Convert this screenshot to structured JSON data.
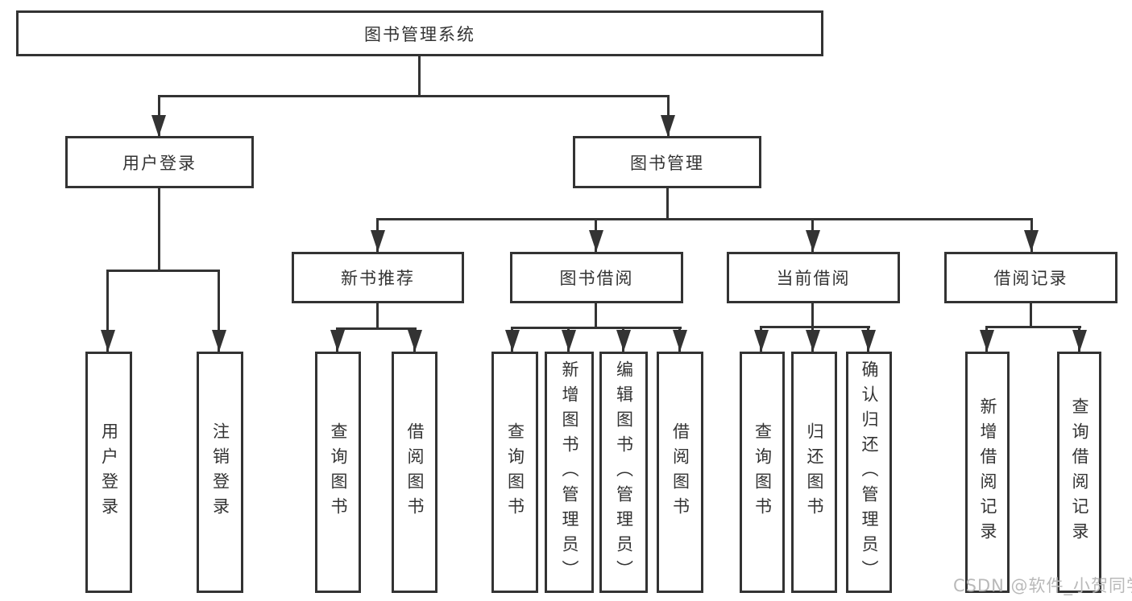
{
  "colors": {
    "line": "#333333",
    "text": "#333333",
    "background": "#ffffff",
    "watermark": "#b9b9b9"
  },
  "tree": {
    "root": {
      "label": "图书管理系统"
    },
    "branches": [
      {
        "label": "用户登录",
        "children": [
          {
            "label": "用户登录"
          },
          {
            "label": "注销登录"
          }
        ]
      },
      {
        "label": "图书管理",
        "groups": [
          {
            "label": "新书推荐",
            "children": [
              {
                "label": "查询图书"
              },
              {
                "label": "借阅图书"
              }
            ]
          },
          {
            "label": "图书借阅",
            "children": [
              {
                "label": "查询图书"
              },
              {
                "label": "新增图书（管理员）"
              },
              {
                "label": "编辑图书（管理员）"
              },
              {
                "label": "借阅图书"
              }
            ]
          },
          {
            "label": "当前借阅",
            "children": [
              {
                "label": "查询图书"
              },
              {
                "label": "归还图书"
              },
              {
                "label": "确认归还（管理员）"
              }
            ]
          },
          {
            "label": "借阅记录",
            "children": [
              {
                "label": "新增借阅记录"
              },
              {
                "label": "查询借阅记录"
              }
            ]
          }
        ]
      }
    ]
  },
  "watermark": {
    "label": "CSDN @软件_小贺同学"
  }
}
